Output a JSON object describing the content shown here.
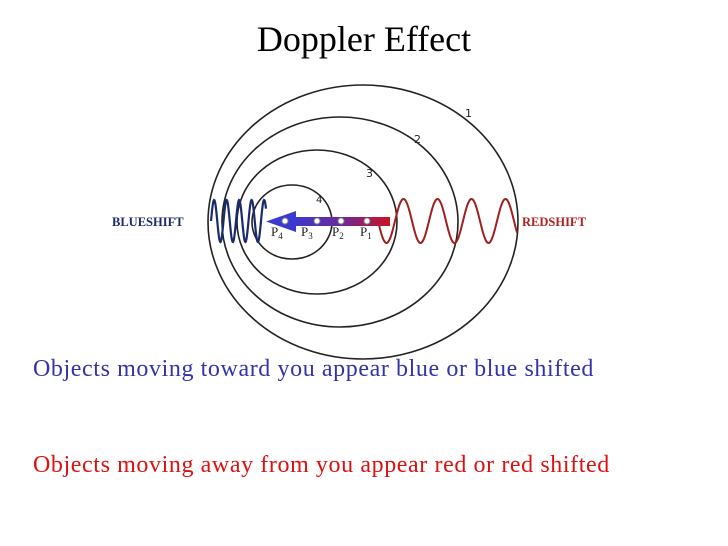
{
  "title": "Doppler Effect",
  "diagram": {
    "blueshift_label": "BLUESHIFT",
    "redshift_label": "REDSHIFT",
    "wavefront_numbers": [
      "1",
      "2",
      "3",
      "4"
    ],
    "positions": [
      "P",
      "P",
      "P",
      "P"
    ],
    "position_subscripts": [
      "4",
      "3",
      "2",
      "1"
    ],
    "colors": {
      "blueshift": "#1a2a6c",
      "redshift": "#b21e1e",
      "red_wave": "#a02020",
      "blue_wave": "#1a2a6c",
      "arrow_red": "#cc1122",
      "arrow_purple": "#6a2a9a",
      "arrow_blue": "#3a3ad0",
      "circles": "#222222"
    }
  },
  "captions": {
    "blue": "Objects moving toward you appear blue or blue shifted",
    "red": "Objects moving away from you appear red or red shifted"
  }
}
